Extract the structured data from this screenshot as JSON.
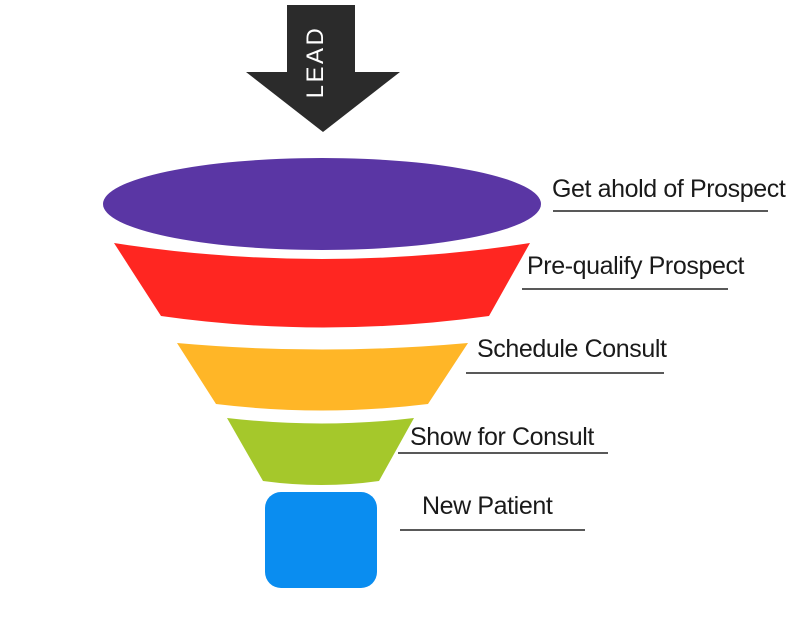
{
  "diagram": {
    "background": "#ffffff",
    "arrow": {
      "label": "LEAD",
      "color": "#2b2b2b",
      "text_color": "#ffffff"
    },
    "stages": [
      {
        "label": "Get ahold of Prospect",
        "color": "#5a36a4",
        "shape": "ellipse"
      },
      {
        "label": "Pre-qualify Prospect",
        "color": "#ff2621",
        "shape": "cone-band"
      },
      {
        "label": "Schedule Consult",
        "color": "#ffb627",
        "shape": "cone-band"
      },
      {
        "label": "Show for Consult",
        "color": "#a5c82b",
        "shape": "cone-band"
      },
      {
        "label": "New Patient",
        "color": "#0a8df0",
        "shape": "rounded-rect"
      }
    ],
    "label_text_color": "#1a1a1a",
    "underline_color": "#595959"
  }
}
